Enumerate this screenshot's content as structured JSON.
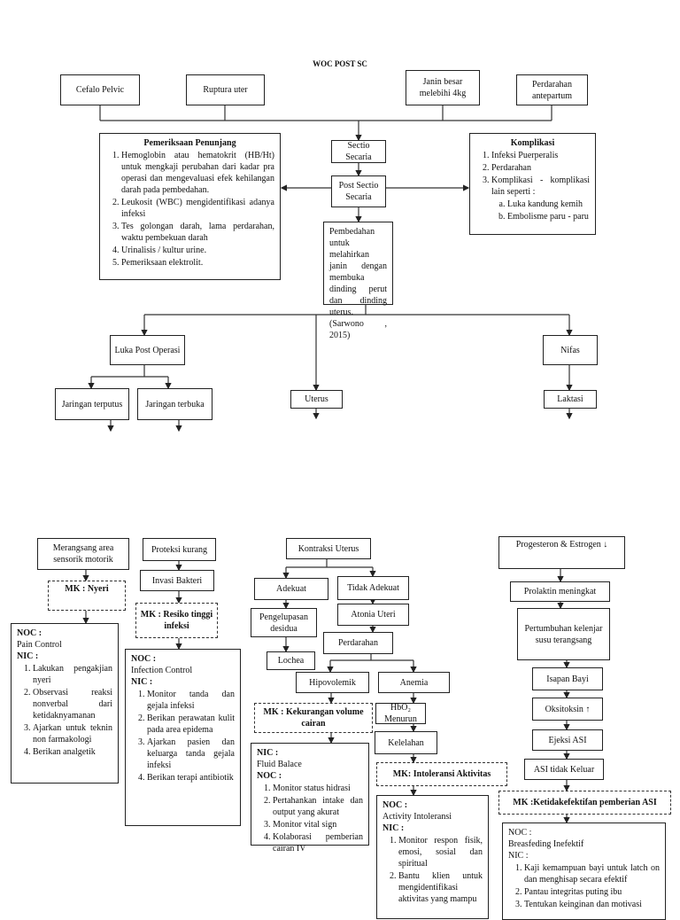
{
  "title": "WOC POST SC",
  "causes": [
    "Cefalo Pelvic",
    "Ruptura uter",
    "Janin besar melebihi 4kg",
    "Perdarahan antepartum"
  ],
  "sectio": "Sectio Secaria",
  "post_sectio": "Post Sectio Secaria",
  "pemeriksaan": {
    "heading": "Pemeriksaan Penunjang",
    "items": [
      "Hemoglobin atau hematokrit (HB/Ht) untuk mengkaji perubahan dari kadar pra operasi dan mengevaluasi efek kehilangan darah pada pembedahan.",
      "Leukosit (WBC) mengidentifikasi adanya infeksi",
      "Tes golongan darah, lama perdarahan, waktu pembekuan darah",
      "Urinalisis / kultur urine.",
      "Pemeriksaan elektrolit."
    ]
  },
  "komplikasi": {
    "heading": "Komplikasi",
    "items": [
      "Infeksi Puerperalis",
      "Perdarahan",
      "Komplikasi - komplikasi lain seperti :"
    ],
    "sub": [
      "Luka kandung kemih",
      "Embolisme paru - paru"
    ]
  },
  "definition": "Pembedahan untuk melahirkan janin dengan membuka dinding perut dan dinding uterus. (Sarwono , 2015)",
  "luka_post": "Luka Post Operasi",
  "nifas": "Nifas",
  "jaringan_terputus": "Jaringan terputus",
  "jaringan_terbuka": "Jaringan terbuka",
  "uterus": "Uterus",
  "laktasi": "Laktasi",
  "nyeri": {
    "cause": "Merangsang area sensorik motorik",
    "mk": "MK : Nyeri",
    "noc_label": "NOC :",
    "noc": "Pain Control",
    "nic_label": "NIC :",
    "nic": [
      "Lakukan pengakjian nyeri",
      "Observasi reaksi nonverbal dari ketidaknyamanan",
      "Ajarkan untuk teknin non farmakologi",
      "Berikan analgetik"
    ]
  },
  "infeksi": {
    "cause": "Proteksi kurang",
    "step": "Invasi Bakteri",
    "mk": "MK : Resiko tinggi infeksi",
    "noc_label": "NOC :",
    "noc": "Infection Control",
    "nic_label": "NIC :",
    "nic": [
      "Monitor tanda dan gejala infeksi",
      "Berikan perawatan kulit pada area epidema",
      "Ajarkan pasien dan keluarga tanda gejala infeksi",
      "Berikan terapi antibiotik"
    ]
  },
  "kontraksi": {
    "root": "Kontraksi Uterus",
    "adekuat": "Adekuat",
    "tidak_adekuat": "Tidak Adekuat",
    "pengelupasan": "Pengelupasan desidua",
    "lochea": "Lochea",
    "atonia": "Atonia Uteri",
    "perdarahan": "Perdarahan",
    "hipovolemik": "Hipovolemik",
    "anemia": "Anemia",
    "hbo2": "HbO₂ Menurun",
    "kelelahan": "Kelelahan"
  },
  "cairan": {
    "mk": "MK : Kekurangan volume cairan",
    "nic_label": "NIC :",
    "nic": "Fluid Balace",
    "noc_label": "NOC :",
    "noc": [
      "Monitor status hidrasi",
      "Pertahankan intake dan output yang akurat",
      "Monitor vital sign",
      "Kolaborasi pemberian cairan IV"
    ]
  },
  "aktivitas": {
    "mk": "MK: Intoleransi Aktivitas",
    "noc_label": "NOC :",
    "noc": "Activity Intoleransi",
    "nic_label": "NIC :",
    "nic": [
      "Monitor respon fisik, emosi, sosial dan spiritual",
      "Bantu klien untuk mengidentifikasi aktivitas yang mampu"
    ]
  },
  "asi": {
    "root": "Progesteron & Estrogen ↓",
    "prolaktin": "Prolaktin meningkat",
    "pertumbuhan": "Pertumbuhan kelenjar susu terangsang",
    "isapan": "Isapan Bayi",
    "oksitoksin": "Oksitoksin ↑",
    "ejeksi": "Ejeksi ASI",
    "tidak_keluar": "ASI tidak Keluar",
    "mk": "MK :Ketidakefektifan pemberian ASI",
    "noc_label": "NOC :",
    "noc": "Breasfeding Inefektif",
    "nic_label": "NIC :",
    "nic": [
      "Kaji kemampuan bayi untuk latch on dan menghisap secara efektif",
      "Pantau integritas puting ibu",
      "Tentukan keinginan dan motivasi"
    ]
  }
}
